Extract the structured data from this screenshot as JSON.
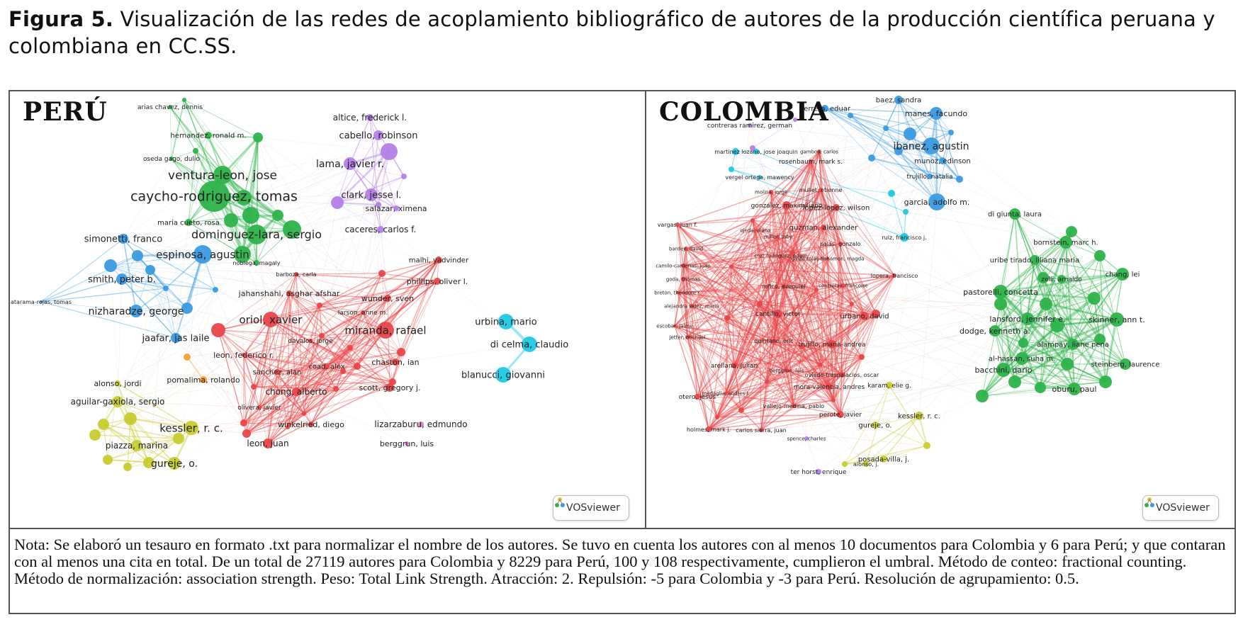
{
  "caption": {
    "figure_label": "Figura 5.",
    "text": "Visualización de las redes de acoplamiento bibliográfico de autores de la producción científica peruana y colombiana en CC.SS."
  },
  "panels": {
    "peru": {
      "title": "PERÚ"
    },
    "colombia": {
      "title": "COLOMBIA"
    }
  },
  "branding": {
    "vosviewer_label": "VOSviewer"
  },
  "note": "Nota: Se elaboró un tesauro en formato .txt para normalizar el nombre de los autores. Se tuvo en cuenta los autores con al menos 10 documentos para Colombia y 6 para Perú; y que contaran con al menos una cita en total. De un total de 27119 autores para Colombia y 8229 para Perú, 100 y 108 respectivamente, cumplieron el umbral. Método de conteo: fractional counting.  Método de normalización: association strength. Peso: Total Link Strength. Atracción: 2. Repulsión: -5 para Colombia y -3 para Perú. Resolución de agrupamiento: 0.5.",
  "colors": {
    "green": "#2db34a",
    "purple": "#b57ee6",
    "blue": "#3a9be0",
    "red": "#e8464a",
    "yellow": "#c8cc2e",
    "cyan": "#1fc9e3",
    "orange": "#f5a030",
    "pink": "#e07ac8"
  },
  "networks": {
    "peru": {
      "nodes": [
        {
          "label": "arias chavez, dennis",
          "cluster": "green"
        },
        {
          "label": "hernandez, ronald m.",
          "cluster": "green"
        },
        {
          "label": "oseda gago, dulio",
          "cluster": "green"
        },
        {
          "label": "ventura-leon, jose",
          "cluster": "green"
        },
        {
          "label": "caycho-rodriguez, tomas",
          "cluster": "green"
        },
        {
          "label": "maria cueto, rosa",
          "cluster": "green"
        },
        {
          "label": "dominguez-lara, sergio",
          "cluster": "green"
        },
        {
          "label": "altice, frederick l.",
          "cluster": "purple"
        },
        {
          "label": "cabello, robinson",
          "cluster": "purple"
        },
        {
          "label": "lama, javier r.",
          "cluster": "purple"
        },
        {
          "label": "clark, jesse l.",
          "cluster": "purple"
        },
        {
          "label": "salazar, ximena",
          "cluster": "purple"
        },
        {
          "label": "caceres, carlos f.",
          "cluster": "purple"
        },
        {
          "label": "simonetti, franco",
          "cluster": "blue"
        },
        {
          "label": "espinosa, agustin",
          "cluster": "blue"
        },
        {
          "label": "smith, peter b.",
          "cluster": "blue"
        },
        {
          "label": "nizharadze, george",
          "cluster": "blue"
        },
        {
          "label": "jaafar, jas laile",
          "cluster": "blue"
        },
        {
          "label": "atarama-rojas, tomas",
          "cluster": "blue"
        },
        {
          "label": "noblega, magaly",
          "cluster": "green"
        },
        {
          "label": "barboza, carla",
          "cluster": "red"
        },
        {
          "label": "malhi, yadvinder",
          "cluster": "red"
        },
        {
          "label": "phillips, oliver l.",
          "cluster": "red"
        },
        {
          "label": "jahanshahi, asghar afshar",
          "cluster": "red"
        },
        {
          "label": "wunder, sven",
          "cluster": "red"
        },
        {
          "label": "larson, anne m.",
          "cluster": "red"
        },
        {
          "label": "oriol, xavier",
          "cluster": "red"
        },
        {
          "label": "miranda, rafael",
          "cluster": "red"
        },
        {
          "label": "davalos, jorge",
          "cluster": "red"
        },
        {
          "label": "leon, federico r.",
          "cluster": "red"
        },
        {
          "label": "coad, alex",
          "cluster": "red"
        },
        {
          "label": "chaston, ian",
          "cluster": "red"
        },
        {
          "label": "sanchez, alan",
          "cluster": "red"
        },
        {
          "label": "scott, gregory j.",
          "cluster": "red"
        },
        {
          "label": "chong, alberto",
          "cluster": "red"
        },
        {
          "label": "olivera, javier",
          "cluster": "red"
        },
        {
          "label": "winkelried, diego",
          "cluster": "red"
        },
        {
          "label": "leon, juan",
          "cluster": "red"
        },
        {
          "label": "lizarzaburu, edmundo",
          "cluster": "pink"
        },
        {
          "label": "berggrun, luis",
          "cluster": "pink"
        },
        {
          "label": "pomalima, rolando",
          "cluster": "orange"
        },
        {
          "label": "urbina, mario",
          "cluster": "cyan"
        },
        {
          "label": "di celma, claudio",
          "cluster": "cyan"
        },
        {
          "label": "blanucci, giovanni",
          "cluster": "cyan"
        },
        {
          "label": "alonso, jordi",
          "cluster": "yellow"
        },
        {
          "label": "aguilar-gaxiola, sergio",
          "cluster": "yellow"
        },
        {
          "label": "kessler, r. c.",
          "cluster": "yellow"
        },
        {
          "label": "piazza, marina",
          "cluster": "yellow"
        },
        {
          "label": "gureje, o.",
          "cluster": "yellow"
        }
      ]
    },
    "colombia": {
      "nodes": [
        {
          "label": "herrera, eduar",
          "cluster": "blue"
        },
        {
          "label": "baez, sandra",
          "cluster": "blue"
        },
        {
          "label": "manes, facundo",
          "cluster": "blue"
        },
        {
          "label": "ibanez, agustin",
          "cluster": "blue"
        },
        {
          "label": "munoz, edinson",
          "cluster": "blue"
        },
        {
          "label": "trujillo, natalia",
          "cluster": "blue"
        },
        {
          "label": "garcia, adolfo m.",
          "cluster": "blue"
        },
        {
          "label": "contreras ramirez, german",
          "cluster": "purple"
        },
        {
          "label": "martinez lozano, jose joaquin",
          "cluster": "cyan"
        },
        {
          "label": "vergel ortega, mawency",
          "cluster": "cyan"
        },
        {
          "label": "gamboa, carlos",
          "cluster": "red"
        },
        {
          "label": "rosenbaum, mark s.",
          "cluster": "red"
        },
        {
          "label": "molina, jorge",
          "cluster": "red"
        },
        {
          "label": "mullet, etienne",
          "cluster": "red"
        },
        {
          "label": "gonzalez, maximiliano",
          "cluster": "red"
        },
        {
          "label": "lopez-lopez, wilson",
          "cluster": "red"
        },
        {
          "label": "vargas, juan f.",
          "cluster": "red"
        },
        {
          "label": "ojeda, diana",
          "cluster": "red"
        },
        {
          "label": "guzman, alexander",
          "cluster": "red"
        },
        {
          "label": "miller, toby",
          "cluster": "red"
        },
        {
          "label": "ruiz, francisco j.",
          "cluster": "cyan"
        },
        {
          "label": "bardey, david",
          "cluster": "red"
        },
        {
          "label": "salas, gonzalo",
          "cluster": "red"
        },
        {
          "label": "cruz rodriguez, edwin",
          "cluster": "red"
        },
        {
          "label": "camilo-cardenas, juan",
          "cluster": "red"
        },
        {
          "label": "gaula rojas-bahamon, magda",
          "cluster": "red"
        },
        {
          "label": "goda, thomas",
          "cluster": "red"
        },
        {
          "label": "lopera, francisco",
          "cluster": "red"
        },
        {
          "label": "refico, ezequiel",
          "cluster": "red"
        },
        {
          "label": "contreras, francoise",
          "cluster": "red"
        },
        {
          "label": "breton, theodore r.",
          "cluster": "red"
        },
        {
          "label": "alejandra velez, maria",
          "cluster": "red"
        },
        {
          "label": "cantillo, victor",
          "cluster": "red"
        },
        {
          "label": "urbano, david",
          "cluster": "red"
        },
        {
          "label": "escobar, jaime",
          "cluster": "red"
        },
        {
          "label": "jetter, michael",
          "cluster": "red"
        },
        {
          "label": "quintane, eric",
          "cluster": "red"
        },
        {
          "label": "trujillo, maria-andrea",
          "cluster": "red"
        },
        {
          "label": "arellana, julian",
          "cluster": "red"
        },
        {
          "label": "berggrun, luis",
          "cluster": "red"
        },
        {
          "label": "oviedo-trespalacios, oscar",
          "cluster": "red"
        },
        {
          "label": "mora-valencia, andres",
          "cluster": "red"
        },
        {
          "label": "medaglia, andres l.",
          "cluster": "red"
        },
        {
          "label": "vallejo-medina, pablo",
          "cluster": "red"
        },
        {
          "label": "perote, javier",
          "cluster": "red"
        },
        {
          "label": "otero, jesus",
          "cluster": "red"
        },
        {
          "label": "holmes, mark j.",
          "cluster": "red"
        },
        {
          "label": "carlos sierra, juan",
          "cluster": "red"
        },
        {
          "label": "spence, charles",
          "cluster": "purple"
        },
        {
          "label": "ter horst, enrique",
          "cluster": "purple"
        },
        {
          "label": "di giunta, laura",
          "cluster": "green"
        },
        {
          "label": "bornstein, marc h.",
          "cluster": "green"
        },
        {
          "label": "uribe tirado, liliana maria",
          "cluster": "green"
        },
        {
          "label": "zelli, arnaldo",
          "cluster": "green"
        },
        {
          "label": "chang, lei",
          "cluster": "green"
        },
        {
          "label": "pastorelli, concetta",
          "cluster": "green"
        },
        {
          "label": "lansford, jennifer e.",
          "cluster": "green"
        },
        {
          "label": "skinner, ann t.",
          "cluster": "green"
        },
        {
          "label": "dodge, kenneth a.",
          "cluster": "green"
        },
        {
          "label": "alampay, liane pena",
          "cluster": "green"
        },
        {
          "label": "al-hassan, suha m.",
          "cluster": "green"
        },
        {
          "label": "steinberg, laurence",
          "cluster": "green"
        },
        {
          "label": "bacchini, dario",
          "cluster": "green"
        },
        {
          "label": "oburu, paul",
          "cluster": "green"
        },
        {
          "label": "karam, elie g.",
          "cluster": "yellow"
        },
        {
          "label": "gureje, o.",
          "cluster": "yellow"
        },
        {
          "label": "kessler, r. c.",
          "cluster": "yellow"
        },
        {
          "label": "alonso, j.",
          "cluster": "yellow"
        },
        {
          "label": "posada-villa, j.",
          "cluster": "yellow"
        }
      ]
    }
  }
}
